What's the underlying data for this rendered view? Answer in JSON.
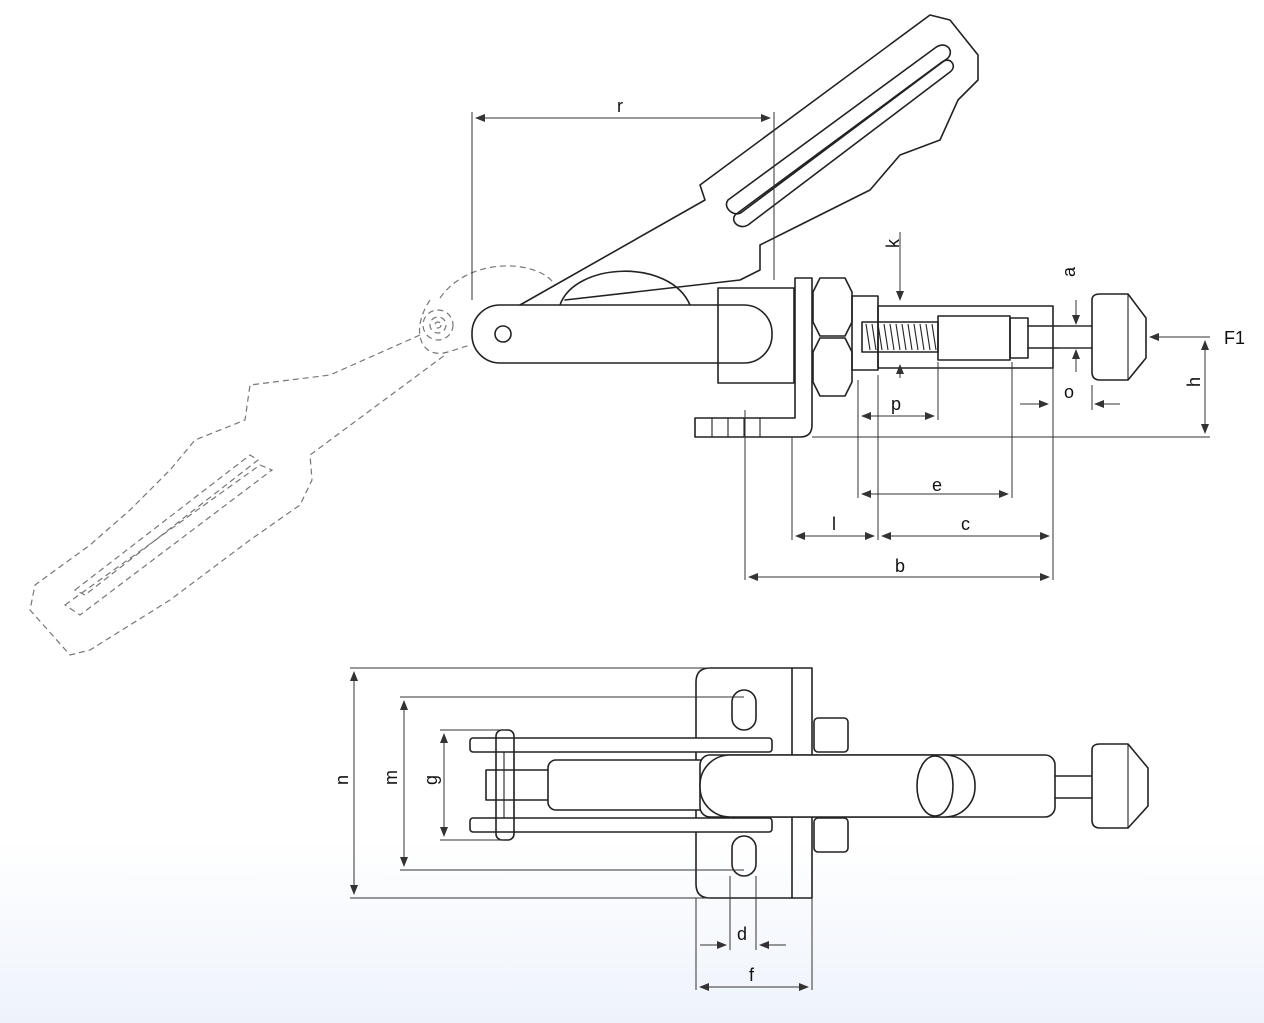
{
  "labels": {
    "r": "r",
    "k": "k",
    "a": "a",
    "F1": "F1",
    "h": "h",
    "o": "o",
    "p": "p",
    "e": "e",
    "l": "l",
    "c": "c",
    "b": "b",
    "n": "n",
    "m": "m",
    "g": "g",
    "d": "d",
    "f": "f"
  }
}
